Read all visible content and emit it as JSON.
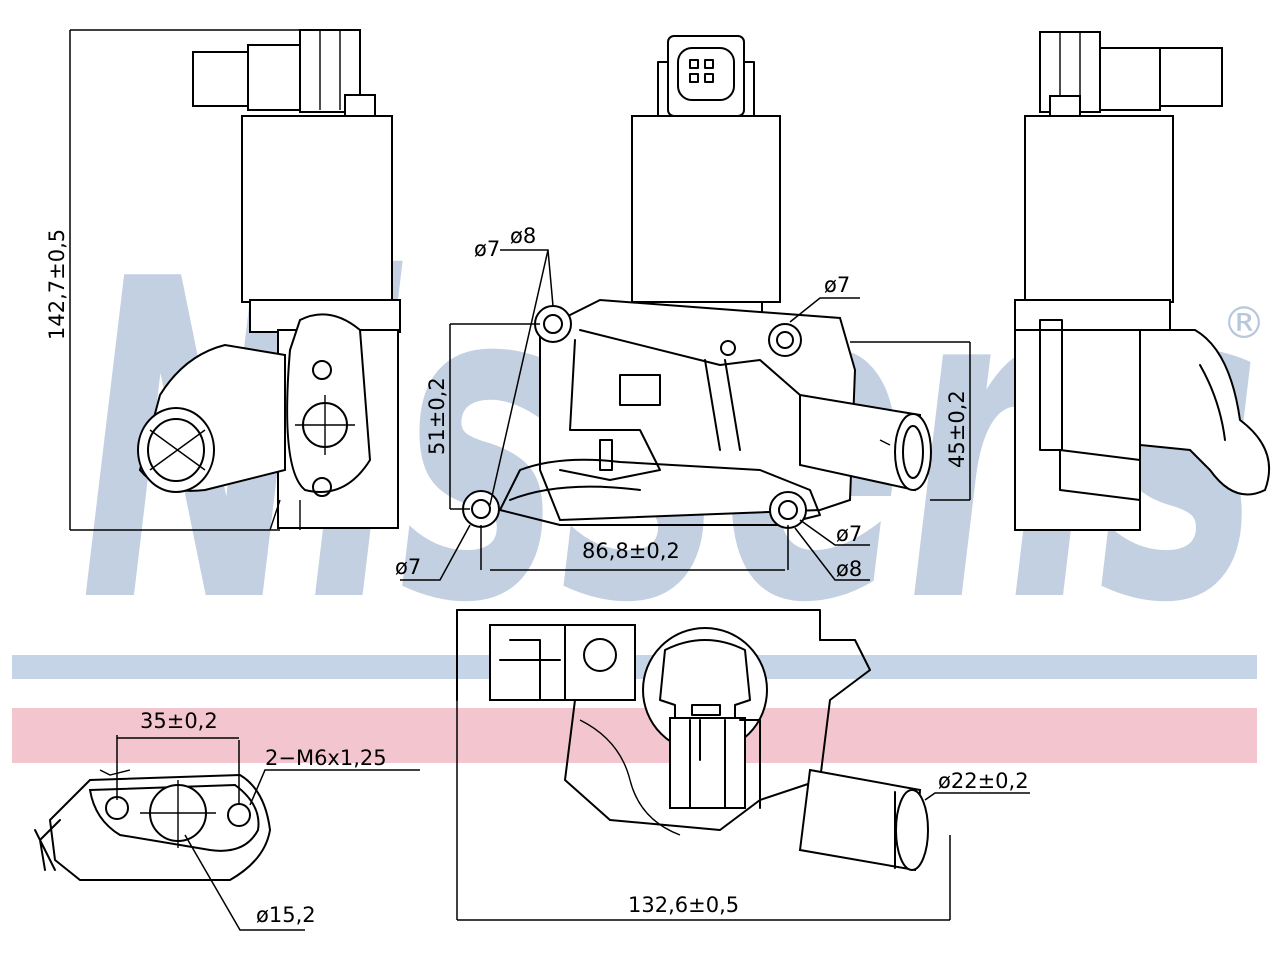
{
  "watermark": {
    "text": "Nissens",
    "registered_mark": "®",
    "color": "#b7c8dc",
    "stripe_blue": "#c5d4e6",
    "stripe_pink": "#f3c6cf"
  },
  "dimensions": {
    "height_total": "142,7±0,5",
    "bolt_spacing_vertical": "51±0,2",
    "bore_7a": "ø7",
    "bore_8a": "ø8",
    "bore_7b": "ø7",
    "bore_7c": "ø7",
    "bore_7d": "ø7",
    "bore_8b": "ø8",
    "bolt_spacing_horizontal": "86,8±0,2",
    "outlet_height": "45±0,2",
    "flange_spacing": "35±0,2",
    "thread": "2−M6x1,25",
    "port_diameter": "ø15,2",
    "pipe_diameter": "ø22±0,2",
    "overall_length": "132,6±0,5"
  }
}
